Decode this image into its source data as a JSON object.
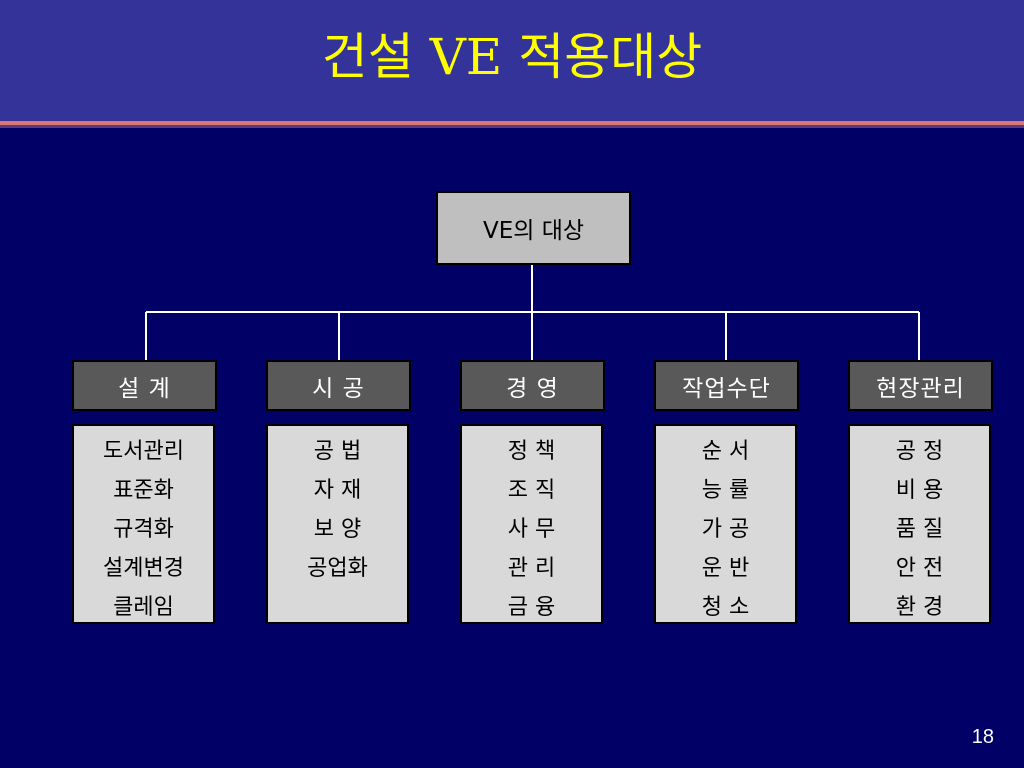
{
  "title": "건설 VE 적용대상",
  "root": "VE의 대상",
  "categories": [
    {
      "label": "설 계",
      "items": [
        "도서관리",
        "표준화",
        "규격화",
        "설계변경",
        "클레임"
      ]
    },
    {
      "label": "시 공",
      "items": [
        "공 법",
        "자 재",
        "보 양",
        "공업화"
      ]
    },
    {
      "label": "경 영",
      "items": [
        "정 책",
        "조 직",
        "사 무",
        "관 리",
        "금 융"
      ]
    },
    {
      "label": "작업수단",
      "items": [
        "순 서",
        "능 률",
        "가 공",
        "운 반",
        "청 소"
      ]
    },
    {
      "label": "현장관리",
      "items": [
        "공 정",
        "비 용",
        "품 질",
        "안 전",
        "환 경"
      ]
    }
  ],
  "page_number": "18",
  "colors": {
    "header": "#333399",
    "background": "#000066",
    "title": "#ffff00",
    "category_box": "#595959",
    "item_box": "#d9d9d9",
    "root_box": "#bfbfbf",
    "connector": "#ffffff"
  }
}
